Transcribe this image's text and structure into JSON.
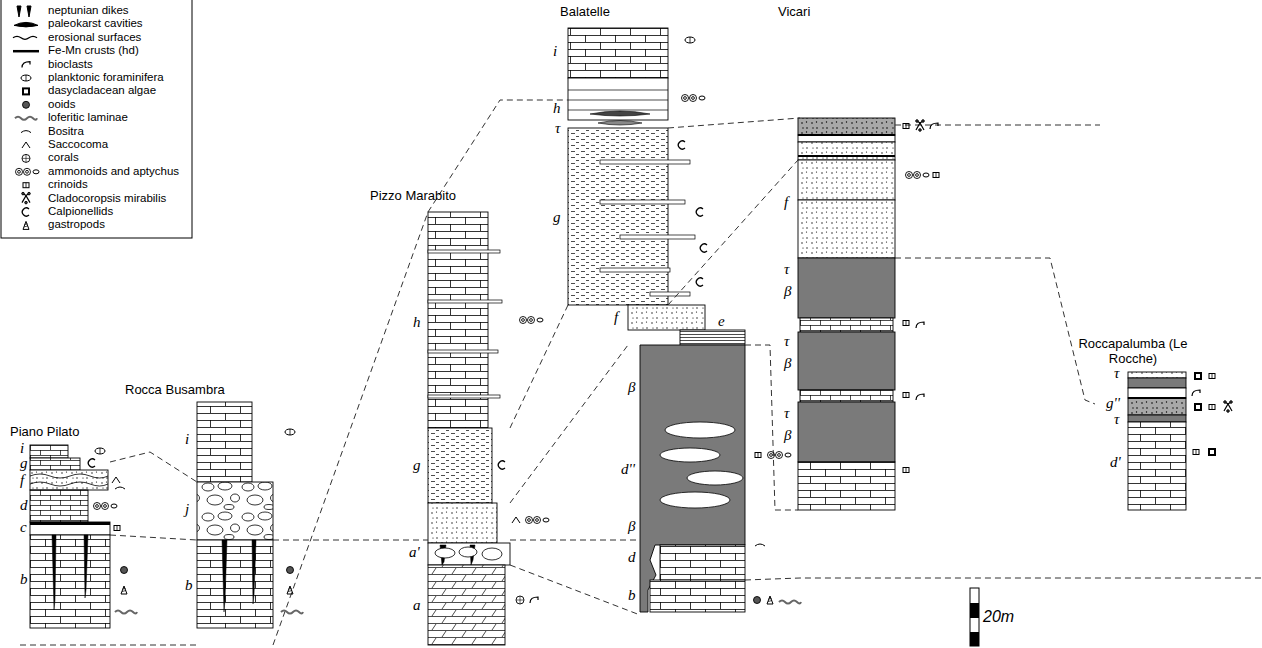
{
  "diagram": {
    "labels": [
      "Piano Pilato",
      "Rocca Busambra",
      "Pizzo Marabito",
      "Balatelle",
      "Vicari",
      "Roccapalumba (Le Rocche)",
      "20m",
      "i",
      "g",
      "f",
      "d",
      "c",
      "b",
      "i",
      "j",
      "b",
      "h",
      "g",
      "a'",
      "a",
      "i",
      "h",
      "τ",
      "g",
      "f",
      "e",
      "β",
      "d''",
      "β",
      "d",
      "b",
      "f",
      "τ",
      "β",
      "τ",
      "β",
      "τ",
      "β",
      "τ",
      "g''",
      "τ",
      "d'"
    ],
    "legend": [
      {
        "text": "neptunian dikes"
      },
      {
        "text": "paleokarst cavities"
      },
      {
        "text": "erosional surfaces"
      },
      {
        "text": "Fe-Mn crusts (hd)"
      },
      {
        "text": "bioclasts"
      },
      {
        "text": "planktonic foraminifera"
      },
      {
        "text": "dasycladacean algae"
      },
      {
        "text": "ooids"
      },
      {
        "text": "loferitic laminae"
      },
      {
        "text": "Bositra"
      },
      {
        "text": "Saccocoma"
      },
      {
        "text": "corals"
      },
      {
        "text": "ammonoids and aptychus"
      },
      {
        "text": "crinoids"
      },
      {
        "text": "Cladocoropsis mirabilis"
      },
      {
        "text": "Calpionellids"
      },
      {
        "text": "gastropods"
      }
    ]
  }
}
